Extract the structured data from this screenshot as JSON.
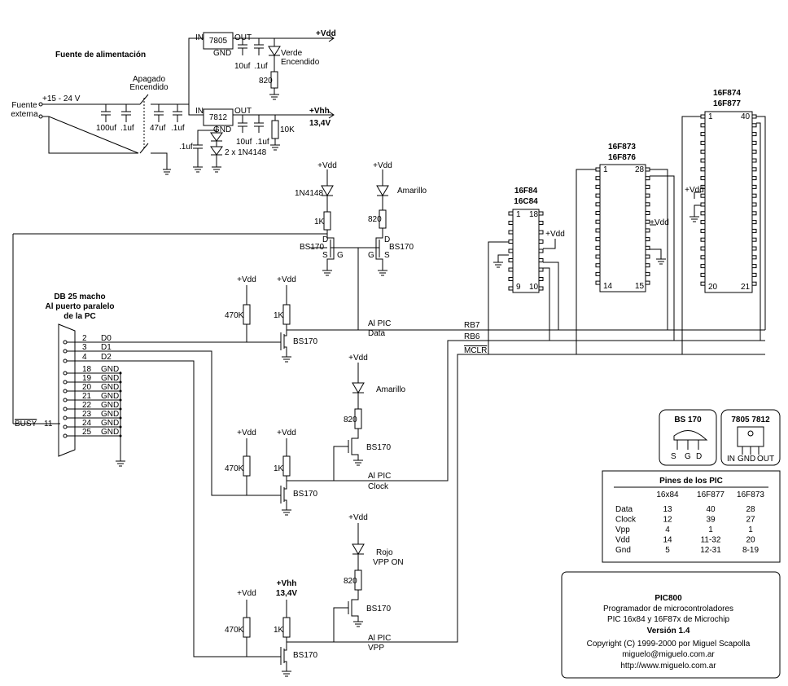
{
  "power": {
    "title": "Fuente de alimentación",
    "input_label": "Fuente externa",
    "input_label_l1": "Fuente",
    "input_label_l2": "externa",
    "voltage_range": "+15 - 24 V",
    "switch_l1": "Apagado",
    "switch_l2": "Encendido",
    "cap_100uf": "100uf",
    "cap_1uf_a": ".1uf",
    "cap_47uf": "47uf",
    "cap_1uf_b": ".1uf",
    "reg_7805": {
      "name": "7805",
      "in": "IN",
      "out": "OUT",
      "gnd": "GND"
    },
    "reg_7812": {
      "name": "7812",
      "in": "IN",
      "out": "OUT",
      "gnd": "GND"
    },
    "vdd_label": "+Vdd",
    "vhh_label": "+Vhh",
    "vhh_value": "13,4V",
    "cap_10uf_a": "10uf",
    "cap_1uf_c": ".1uf",
    "led_green_l1": "Verde",
    "led_green_l2": "Encendido",
    "res_820": "820",
    "cap_10uf_b": "10uf",
    "cap_1uf_d": ".1uf",
    "res_10k": "10K",
    "cap_1uf_e": ".1uf",
    "diodes": "2 x 1N4148"
  },
  "busy_circuit": {
    "vdd_a": "+Vdd",
    "vdd_b": "+Vdd",
    "diode": "1N4148",
    "led_yellow": "Amarillo",
    "res_1k": "1K",
    "res_820": "820",
    "fet_a": "BS170",
    "fet_b": "BS170",
    "d": "D",
    "g": "G",
    "s": "S"
  },
  "connector": {
    "title_l1": "DB 25 macho",
    "title_l2": "Al puerto paralelo",
    "title_l3": "de la PC",
    "pins": [
      {
        "num": "2",
        "name": "D0"
      },
      {
        "num": "3",
        "name": "D1"
      },
      {
        "num": "4",
        "name": "D2"
      },
      {
        "num": "18",
        "name": "GND"
      },
      {
        "num": "19",
        "name": "GND"
      },
      {
        "num": "20",
        "name": "GND"
      },
      {
        "num": "21",
        "name": "GND"
      },
      {
        "num": "22",
        "name": "GND"
      },
      {
        "num": "23",
        "name": "GND"
      },
      {
        "num": "24",
        "name": "GND"
      },
      {
        "num": "25",
        "name": "GND"
      }
    ],
    "busy_label": "BUSY",
    "busy_pin": "11"
  },
  "data_stage": {
    "vdd_a": "+Vdd",
    "vdd_b": "+Vdd",
    "res_470k": "470K",
    "res_1k": "1K",
    "fet": "BS170",
    "out_l1": "Al PIC",
    "out_l2": "Data"
  },
  "clock_stage": {
    "vdd_led": "+Vdd",
    "led": "Amarillo",
    "res_820": "820",
    "fet_led": "BS170",
    "vdd_a": "+Vdd",
    "vdd_b": "+Vdd",
    "res_470k": "470K",
    "res_1k": "1K",
    "fet": "BS170",
    "out_l1": "Al PIC",
    "out_l2": "Clock"
  },
  "vpp_stage": {
    "vdd_led": "+Vdd",
    "led_l1": "Rojo",
    "led_l2": "VPP ON",
    "res_820": "820",
    "fet_led": "BS170",
    "vdd_a": "+Vdd",
    "vhh_l1": "+Vhh",
    "vhh_l2": "13,4V",
    "res_470k": "470K",
    "res_1k": "1K",
    "fet": "BS170",
    "out_l1": "Al PIC",
    "out_l2": "VPP"
  },
  "buses": {
    "rb7": "RB7",
    "rb6": "RB6",
    "mclr": "MCLR"
  },
  "chips": {
    "pic16f84": {
      "l1": "16F84",
      "l2": "16C84",
      "p1": "1",
      "p18": "18",
      "p9": "9",
      "p10": "10",
      "vdd": "+Vdd"
    },
    "pic16f873": {
      "l1": "16F873",
      "l2": "16F876",
      "p1": "1",
      "p28": "28",
      "p14": "14",
      "p15": "15",
      "vdd": "+Vdd"
    },
    "pic16f874": {
      "l1": "16F874",
      "l2": "16F877",
      "p1": "1",
      "p40": "40",
      "p20": "20",
      "p21": "21",
      "vdd": "+Vdd"
    }
  },
  "bs170_box": {
    "title": "BS 170",
    "s": "S",
    "g": "G",
    "d": "D"
  },
  "reg_box": {
    "title": "7805 7812",
    "in": "IN",
    "gnd": "GND",
    "out": "OUT"
  },
  "pin_table": {
    "title": "Pines de los PIC",
    "headers": [
      "",
      "16x84",
      "16F877",
      "16F873"
    ],
    "rows": [
      [
        "Data",
        "13",
        "40",
        "28"
      ],
      [
        "Clock",
        "12",
        "39",
        "27"
      ],
      [
        "Vpp",
        "4",
        "1",
        "1"
      ],
      [
        "Vdd",
        "14",
        "11-32",
        "20"
      ],
      [
        "Gnd",
        "5",
        "12-31",
        "8-19"
      ]
    ]
  },
  "credits": {
    "title": "PIC800",
    "line1": "Programador de microcontroladores",
    "line2": "PIC 16x84 y 16F87x de Microchip",
    "version": "Versión 1.4",
    "copyright": "Copyright (C) 1999-2000 por Miguel Scapolla",
    "email": "miguelo@miguelo.com.ar",
    "url": "http://www.miguelo.com.ar"
  }
}
